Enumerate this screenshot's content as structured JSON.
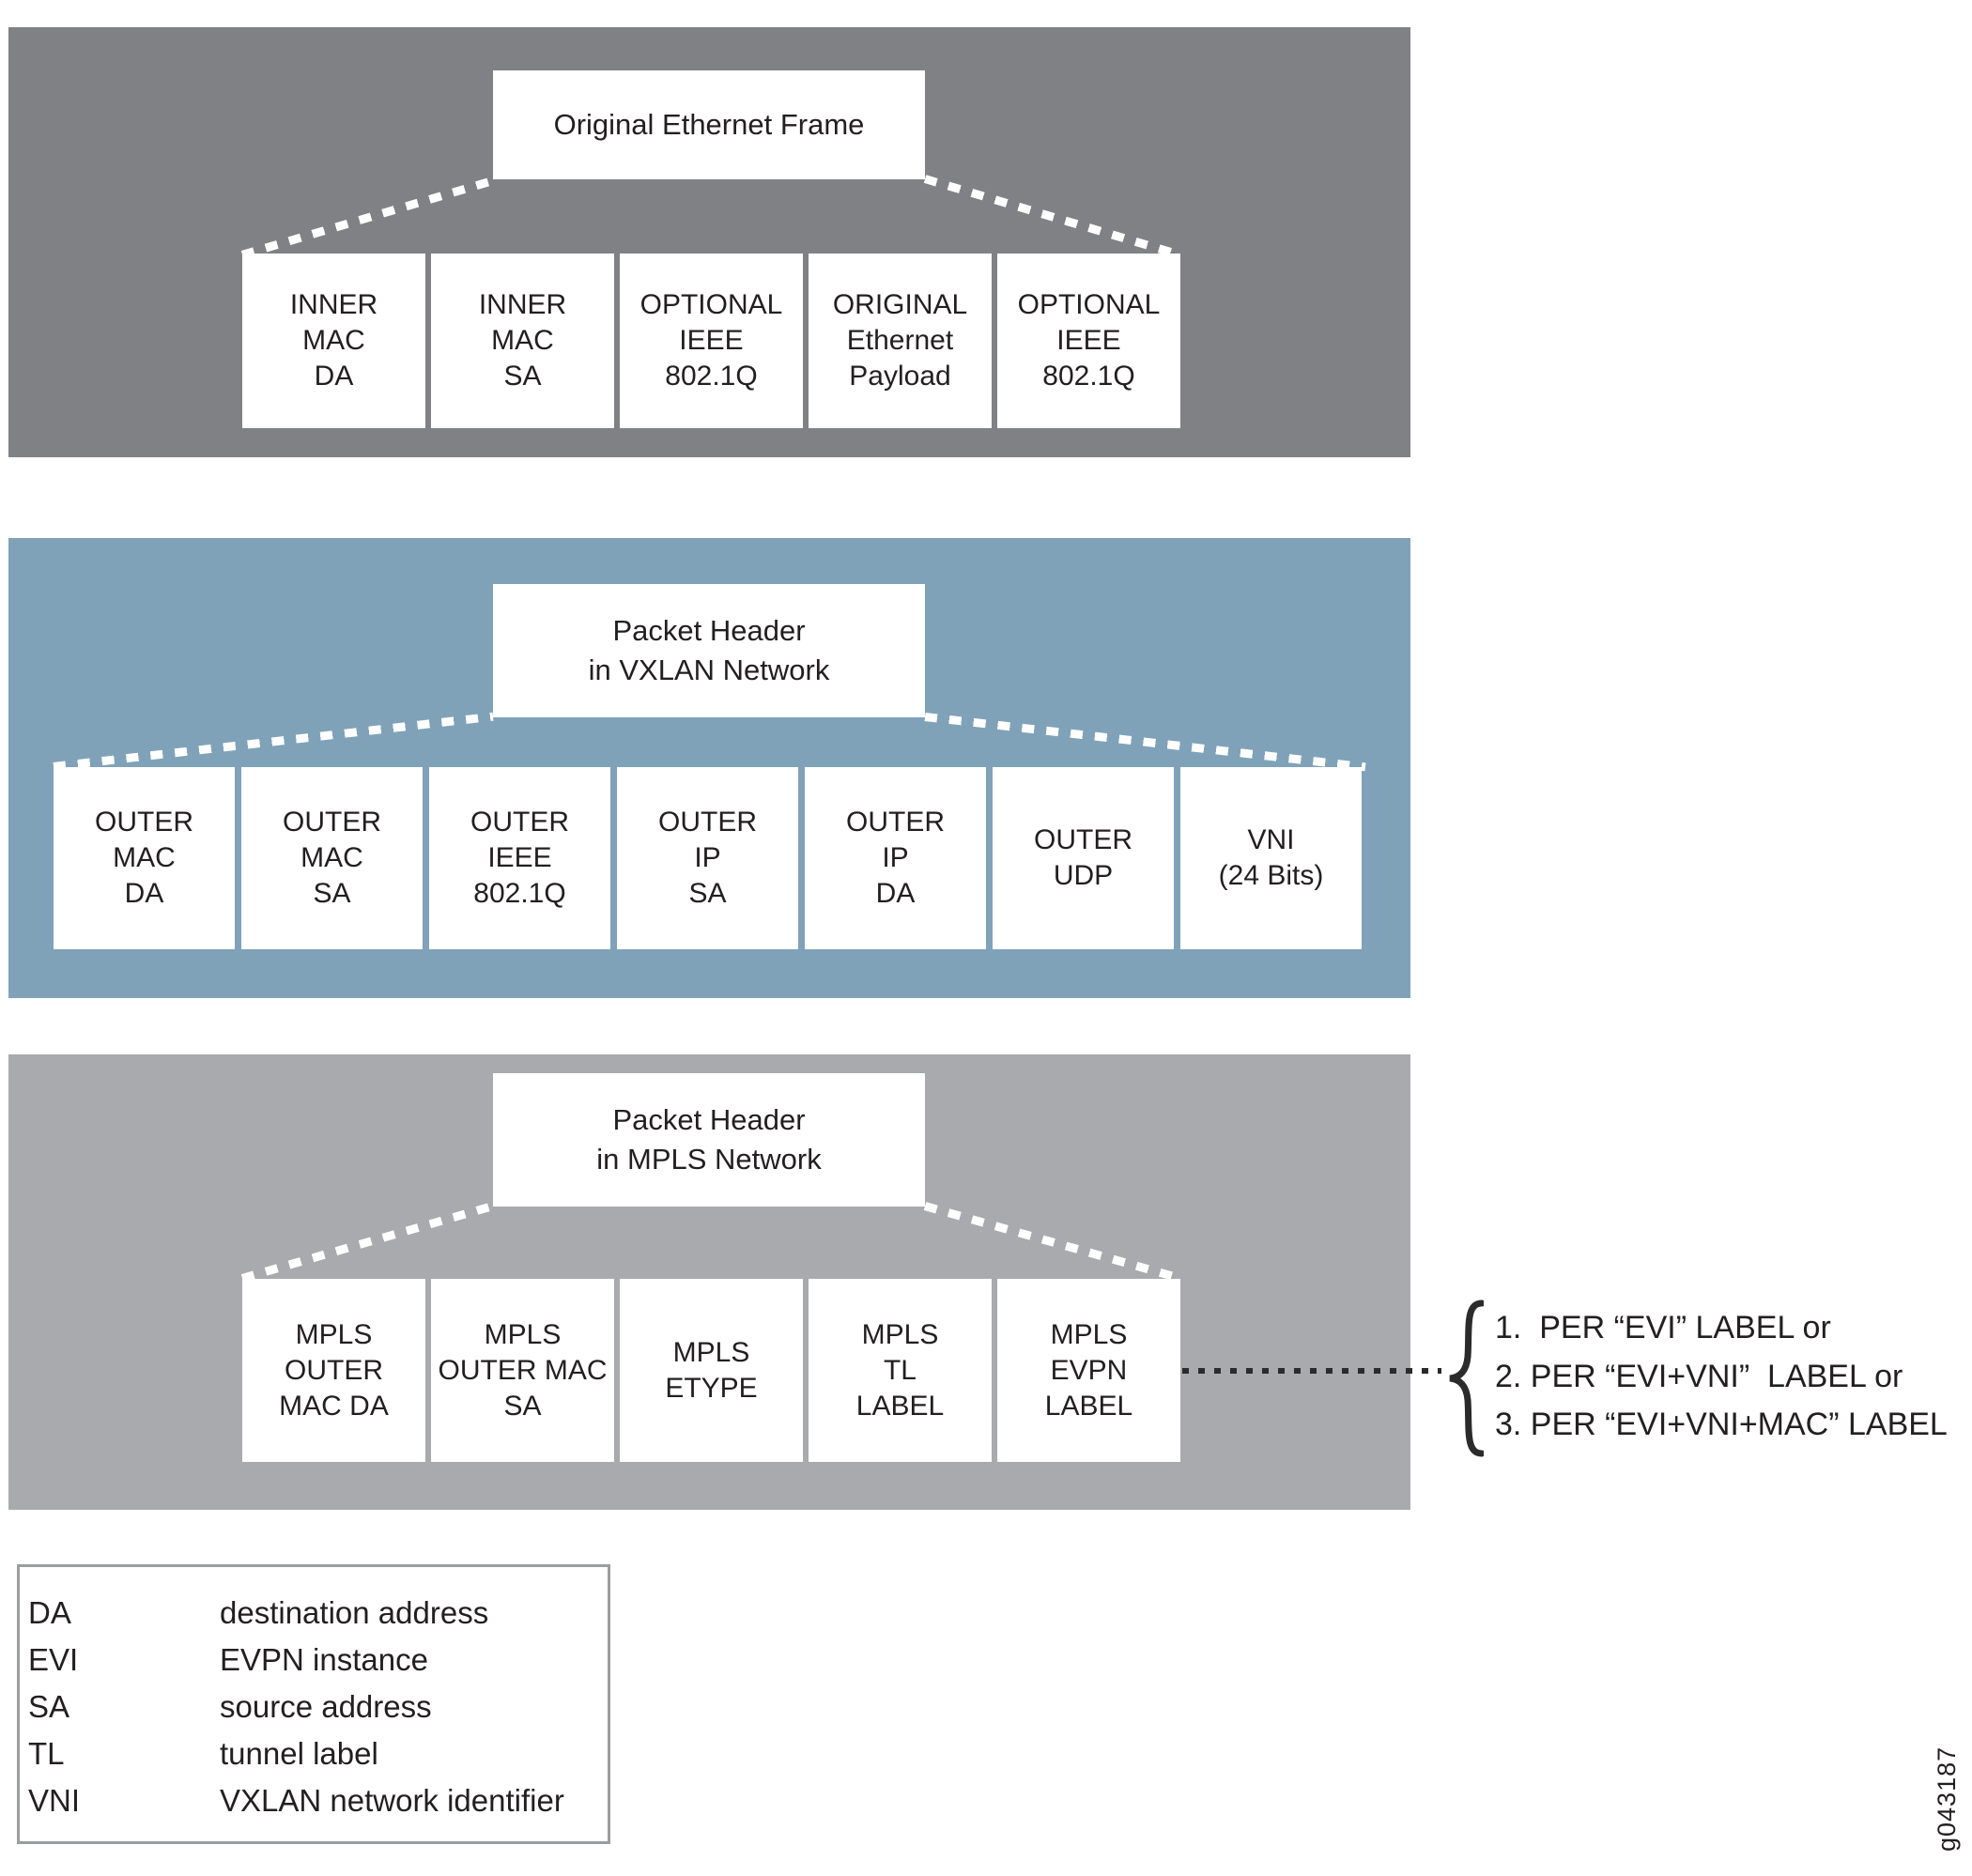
{
  "figure": {
    "id_label": "g043187"
  },
  "colors": {
    "panel_ethernet_bg": "#808184",
    "panel_vxlan_bg": "#7fa2b9",
    "panel_mpls_bg": "#a8aaad",
    "field_box_bg": "#ffffff",
    "text": "#231f20",
    "dashed_connector": "#ffffff",
    "dotted_connector": "#2b2b2b",
    "legend_border": "#9b9d9f"
  },
  "panels": [
    {
      "title": "Original Ethernet Frame",
      "boxes": [
        "INNER\nMAC\nDA",
        "INNER\nMAC\nSA",
        "OPTIONAL\nIEEE\n802.1Q",
        "ORIGINAL\nEthernet\nPayload",
        "OPTIONAL\nIEEE\n802.1Q"
      ]
    },
    {
      "title": "Packet Header\nin VXLAN Network",
      "boxes": [
        "OUTER\nMAC\nDA",
        "OUTER\nMAC\nSA",
        "OUTER\nIEEE\n802.1Q",
        "OUTER\nIP\nSA",
        "OUTER\nIP\nDA",
        "OUTER\nUDP",
        "VNI\n(24 Bits)"
      ]
    },
    {
      "title": "Packet Header\nin MPLS Network",
      "boxes": [
        "MPLS\nOUTER\nMAC DA",
        "MPLS\nOUTER MAC\nSA",
        "MPLS\nETYPE",
        "MPLS\nTL\nLABEL",
        "MPLS\nEVPN\nLABEL"
      ]
    }
  ],
  "annotation": {
    "items": [
      "1.  PER “EVI” LABEL or",
      "2. PER “EVI+VNI”  LABEL or",
      "3. PER “EVI+VNI+MAC” LABEL"
    ]
  },
  "legend": {
    "entries": [
      {
        "abbr": "DA",
        "definition": "destination address"
      },
      {
        "abbr": "EVI",
        "definition": "EVPN instance"
      },
      {
        "abbr": "SA",
        "definition": "source address"
      },
      {
        "abbr": "TL",
        "definition": "tunnel label"
      },
      {
        "abbr": "VNI",
        "definition": "VXLAN network identifier"
      }
    ]
  }
}
